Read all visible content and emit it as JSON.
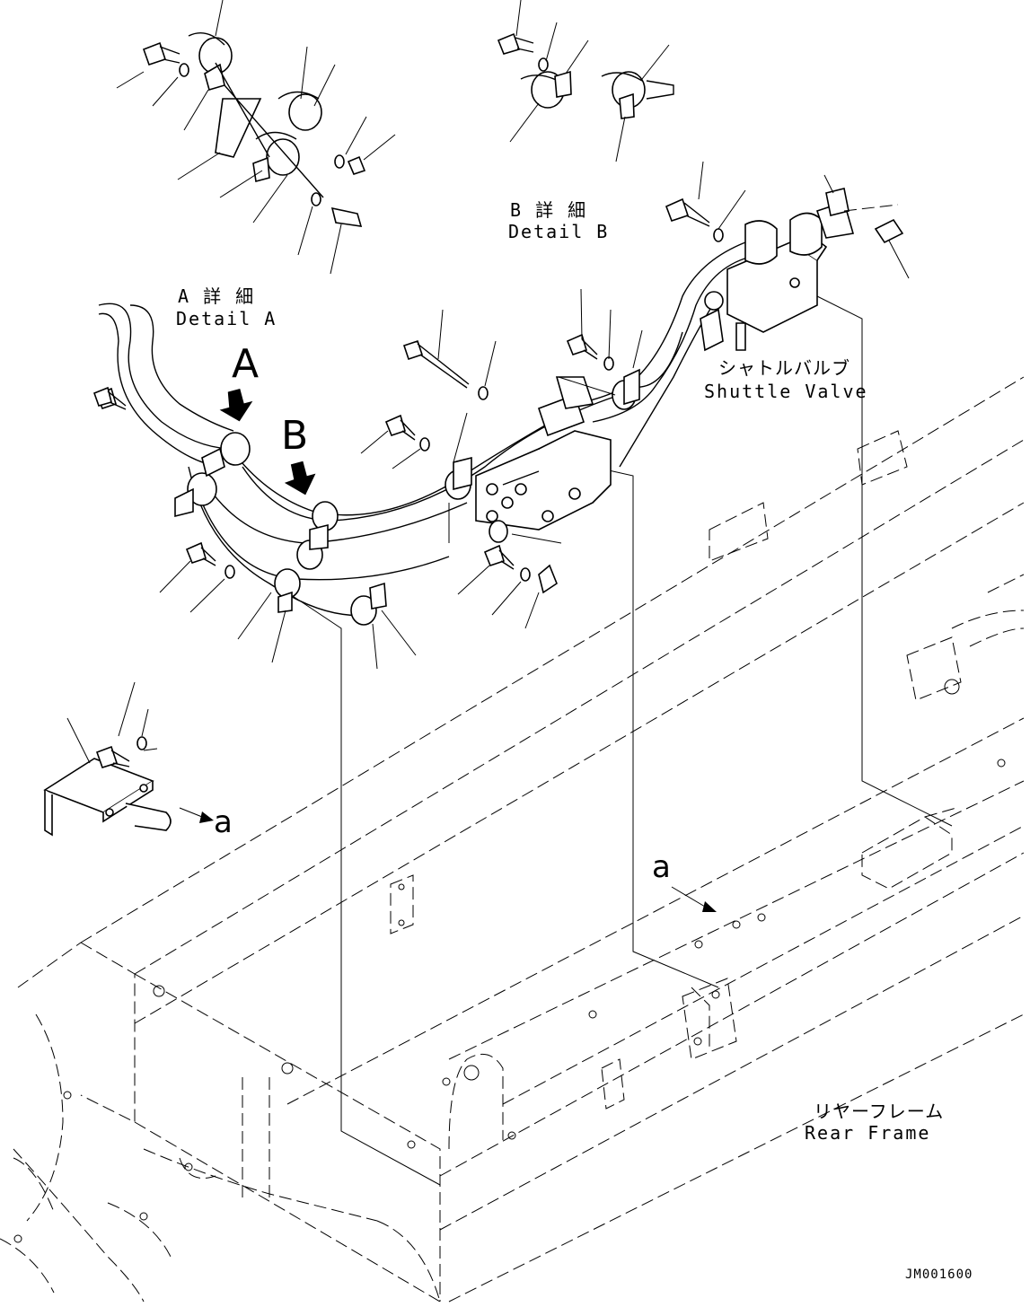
{
  "labels": {
    "detail_a_jp": "A 詳 細",
    "detail_a_en": "Detail A",
    "detail_b_jp": "B 詳 細",
    "detail_b_en": "Detail B",
    "shuttle_valve_jp": "シャトルバルブ",
    "shuttle_valve_en": "Shuttle Valve",
    "rear_frame_jp": "リヤーフレーム",
    "rear_frame_en": "Rear Frame",
    "marker_a": "A",
    "marker_b": "B",
    "ref_a_bracket": "a",
    "ref_a_frame": "a",
    "drawing_code": "JM001600"
  }
}
